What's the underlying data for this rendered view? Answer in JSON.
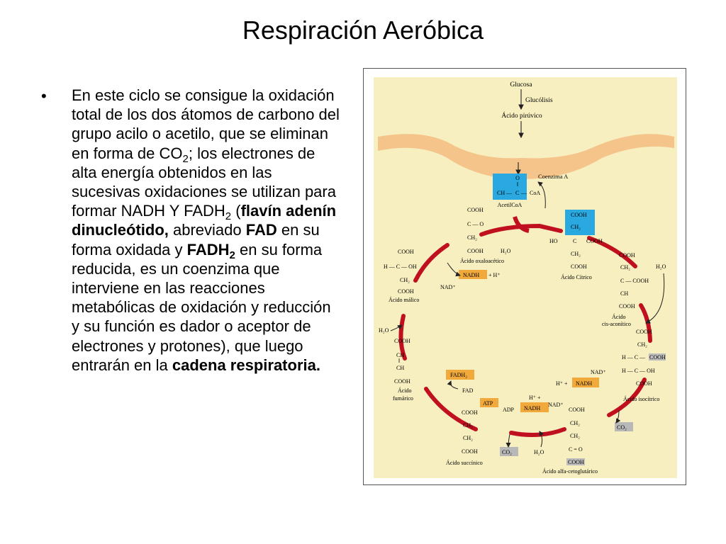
{
  "slide": {
    "title": "Respiración Aeróbica",
    "paragraph": {
      "seg1": "En este ciclo se consigue la oxidación total de los dos átomos de carbono del grupo acilo o acetilo, que se eliminan en forma de CO",
      "sub1": "2",
      "seg2": "; los electrones de alta energía obtenidos en las sucesivas oxidaciones se utilizan para formar NADH Y FADH",
      "sub2": "2",
      "seg3": " (",
      "bold1": "flavín adenín dinucleótido,",
      "seg4": " abreviado ",
      "bold2": "FAD",
      "seg5": " en su forma oxidada y ",
      "bold3": "FADH",
      "bold3_sub": "2",
      "seg6": " en su forma reducida, es un coenzima que interviene en las reacciones metabólicas de oxidación y reducción y su función es dador o aceptor de electrones y protones), que luego entrarán en la ",
      "bold4": "cadena respiratoria."
    }
  },
  "diagram": {
    "colors": {
      "background": "#f7efc0",
      "membrane": "#f5c48a",
      "cycle_arrow": "#c0101f",
      "acetyl_box": "#2aa8e0",
      "nadh_box": "#f2a93b",
      "co2_box": "#b8b8b8"
    },
    "top": {
      "glucosa": "Glucosa",
      "glucolisis": "Glucólisis",
      "piruvico": "Ácido pirúvico"
    },
    "acetil": {
      "o": "O",
      "bond": "‖",
      "ch": "CH",
      "dash1": "—",
      "c": "C",
      "dash2": "—",
      "coa": "CoA",
      "label": "AcetilCoA",
      "coenzima": "Coenzima A"
    },
    "oxaloacetico": {
      "l1": "COOH",
      "l2": "C — O",
      "l3": "CH₂",
      "l4": "COOH",
      "label": "Ácido oxaloacético",
      "h2o": "H₂O"
    },
    "citrico": {
      "l1": "COOH",
      "l2": "CH₂",
      "l3a": "HO",
      "l3b": "C",
      "l3c": "COOH",
      "l4": "CH₂",
      "l5": "COOH",
      "label": "Ácido Cítrico"
    },
    "nadh1": {
      "box": "NADH",
      "plus": "+ H⁺",
      "nad": "NAD⁺"
    },
    "malico": {
      "l1": "COOH",
      "l2": "H — C — OH",
      "l3": "CH₂",
      "l4": "COOH",
      "label": "Ácido málico"
    },
    "cisaconitico": {
      "l1": "COOH",
      "l2": "CH₂",
      "l3": "C — COOH",
      "l4": "CH",
      "l5": "COOH",
      "label1": "Ácido",
      "label2": "cis-aconítico",
      "h2o": "H₂O"
    },
    "h2o_left": "H₂O",
    "fumarico": {
      "l1": "COOH",
      "l2": "CH",
      "l3": "‖",
      "l4": "CH",
      "l5": "COOH",
      "label1": "Ácido",
      "label2": "fumárico"
    },
    "fadh": {
      "box": "FADH₂",
      "fad": "FAD"
    },
    "isocitrico": {
      "l1": "COOH",
      "l2": "CH₂",
      "l3a": "H — C — ",
      "l3b": "COOH",
      "l4": "H — C — OH",
      "l5": "COOH",
      "label": "Ácido isocítrico",
      "nad": "NAD⁺",
      "h": "H⁺ +",
      "nadh": "NADH",
      "co2": "CO₂"
    },
    "succinico": {
      "l1": "COOH",
      "l2": "CH₂",
      "l3": "CH₂",
      "l4": "COOH",
      "label": "Ácido succínico",
      "atp": "ATP",
      "adp": "ADP",
      "co2": "CO₂",
      "h2o": "H₂O"
    },
    "cetoglutarico": {
      "l1": "COOH",
      "l2": "CH₂",
      "l3": "CH₂",
      "l4": "C = O",
      "l5": "COOH",
      "label": "Ácido alfa-cetoglutárico",
      "h": "H⁺ +",
      "nadh": "NADH",
      "nad": "NAD⁺"
    }
  }
}
